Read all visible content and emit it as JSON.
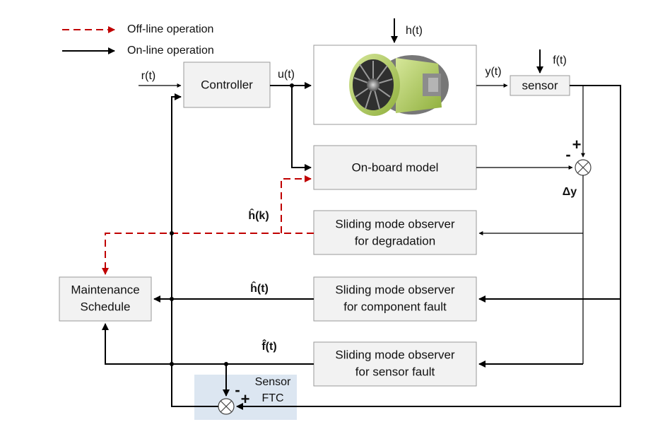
{
  "legend": {
    "offline_label": "Off-line operation",
    "online_label": "On-line operation"
  },
  "colors": {
    "offline": "#c00000",
    "online": "#000000",
    "block_fill": "#f2f2f2",
    "ftc_fill": "#dce6f1"
  },
  "signals": {
    "reference": "r(t)",
    "control": "u(t)",
    "health": "h(t)",
    "output": "y(t)",
    "sensor_fault": "f(t)",
    "residual": "Δy",
    "health_k_est": "ĥ(k)",
    "health_est": "ĥ(t)",
    "fault_est": "f̂(t)"
  },
  "blocks": {
    "controller": "Controller",
    "sensor": "sensor",
    "onboard_model": "On-board model",
    "smo_degradation": [
      "Sliding mode observer",
      "for degradation"
    ],
    "smo_component": [
      "Sliding mode observer",
      "for component fault"
    ],
    "smo_sensor": [
      "Sliding mode observer",
      "for sensor fault"
    ],
    "maintenance": [
      "Maintenance",
      "Schedule"
    ],
    "ftc": [
      "Sensor",
      "FTC"
    ]
  },
  "signs": {
    "plus": "+",
    "minus": "-"
  }
}
